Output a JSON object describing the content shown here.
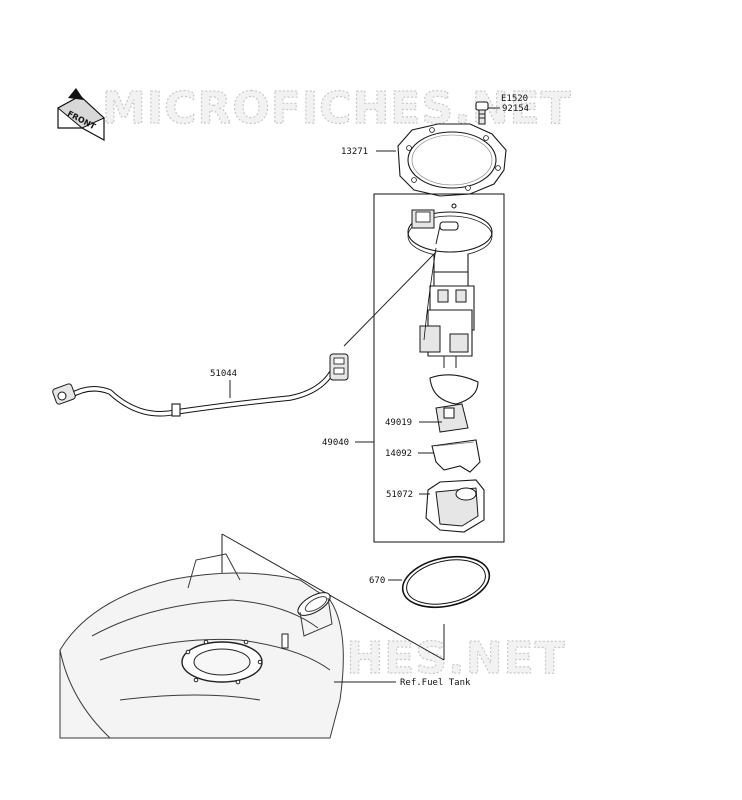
{
  "watermark": {
    "text_top": "MICROFICHES.NET",
    "text_bottom": "MICROFICHES.NET"
  },
  "front_indicator": {
    "label": "FRONT"
  },
  "parts": {
    "p_e1520": "E1520",
    "p_92154": "92154",
    "p_13271": "13271",
    "p_51044": "51044",
    "p_49040": "49040",
    "p_49019": "49019",
    "p_14092": "14092",
    "p_51072": "51072",
    "p_670": "670",
    "ref_fuel_tank": "Ref.Fuel Tank"
  }
}
